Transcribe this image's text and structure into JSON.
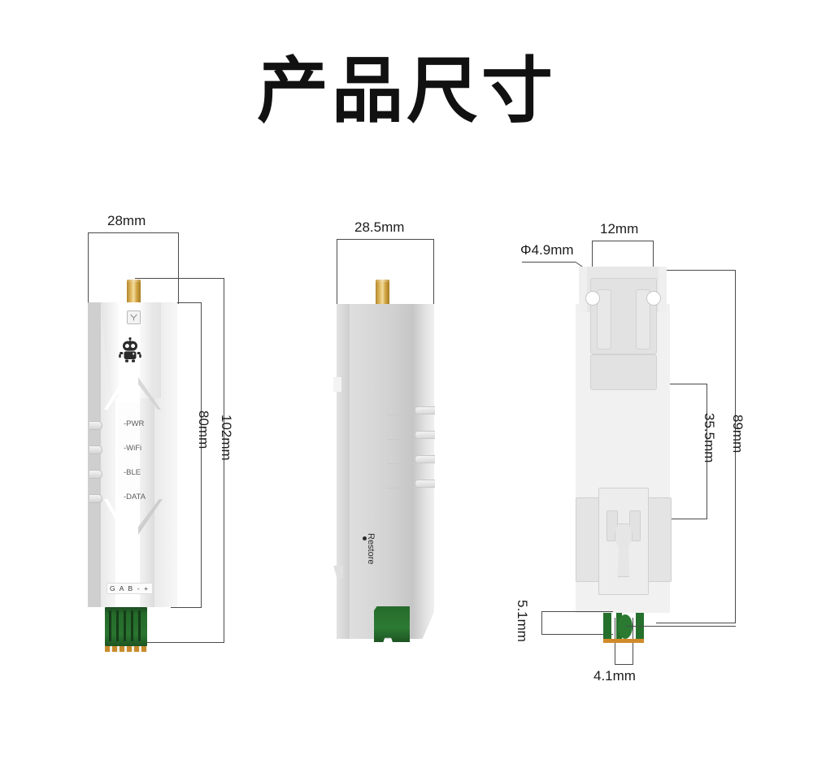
{
  "page": {
    "title": "产品尺寸",
    "background_color": "#ffffff"
  },
  "views": {
    "front": {
      "name": "front-view",
      "dimensions": {
        "width_top": "28mm",
        "height_body": "80mm",
        "height_total": "102mm"
      },
      "antenna_icon": "antenna-icon",
      "brand_logo": "robot-logo-icon",
      "led_labels": [
        "-PWR",
        "-WiFi",
        "-BLE",
        "-DATA"
      ],
      "terminal_label": "G A B - +"
    },
    "side": {
      "name": "side-view",
      "dimensions": {
        "width": "28.5mm"
      },
      "restore_label": "Restore",
      "restore_icon": "reset-button-hole-icon"
    },
    "rear": {
      "name": "rear-view",
      "dimensions": {
        "hole_diameter": "Φ4.9mm",
        "hole_spacing": "12mm",
        "height_inner": "35.5mm",
        "height_total": "89mm",
        "clip_height": "5.1mm",
        "clip_width": "4.1mm"
      },
      "mount_hole_icon": "mounting-hole-icon",
      "din_clip_icon": "din-rail-clip-icon"
    }
  },
  "colors": {
    "title_text": "#111111",
    "dimension_line": "#4b4b4b",
    "dimension_text": "#1c1c1c",
    "enclosure_light": "#f4f4f4",
    "enclosure_mid": "#d6d6d6",
    "enclosure_shadow": "#c6c6c6",
    "connector_gold": "#d2a544",
    "terminal_green": "#256b2b",
    "pcb_gold": "#c98b2b",
    "led_label_text": "#5d5d5d"
  }
}
